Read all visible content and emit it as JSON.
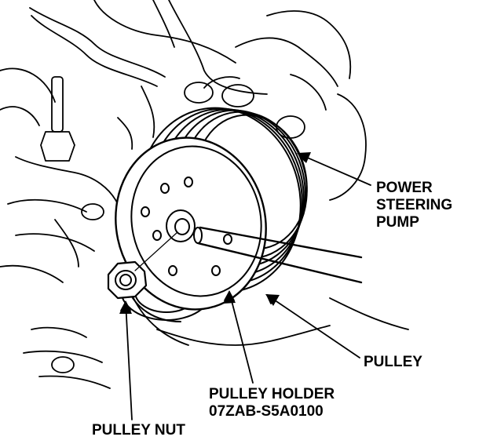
{
  "labels": {
    "power_steering_pump": [
      "POWER",
      "STEERING",
      "PUMP"
    ],
    "pulley": "PULLEY",
    "pulley_holder": [
      "PULLEY HOLDER",
      "07ZAB-S5A0100"
    ],
    "pulley_nut": "PULLEY NUT"
  }
}
